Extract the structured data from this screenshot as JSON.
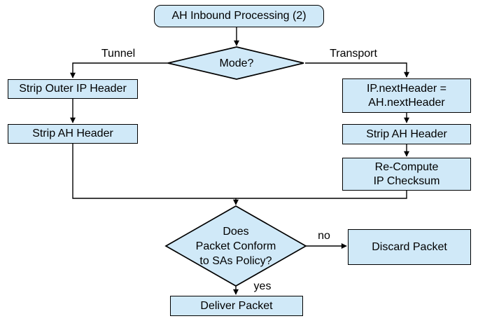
{
  "diagram": {
    "type": "flowchart",
    "node_fill": "#d0e9f8",
    "node_border": "#000000",
    "nodes": {
      "start": "AH Inbound Processing (2)",
      "mode_decision": "Mode?",
      "strip_outer_ip": "Strip Outer IP Header",
      "strip_ah_tunnel": "Strip AH Header",
      "ip_next_header": "IP.nextHeader =\nAH.nextHeader",
      "strip_ah_transport": "Strip AH Header",
      "recompute_checksum": "Re-Compute\nIP Checksum",
      "policy_decision": "Does\nPacket Conform\nto SAs Policy?",
      "discard": "Discard Packet",
      "deliver": "Deliver Packet"
    },
    "edge_labels": {
      "tunnel": "Tunnel",
      "transport": "Transport",
      "no": "no",
      "yes": "yes"
    }
  }
}
